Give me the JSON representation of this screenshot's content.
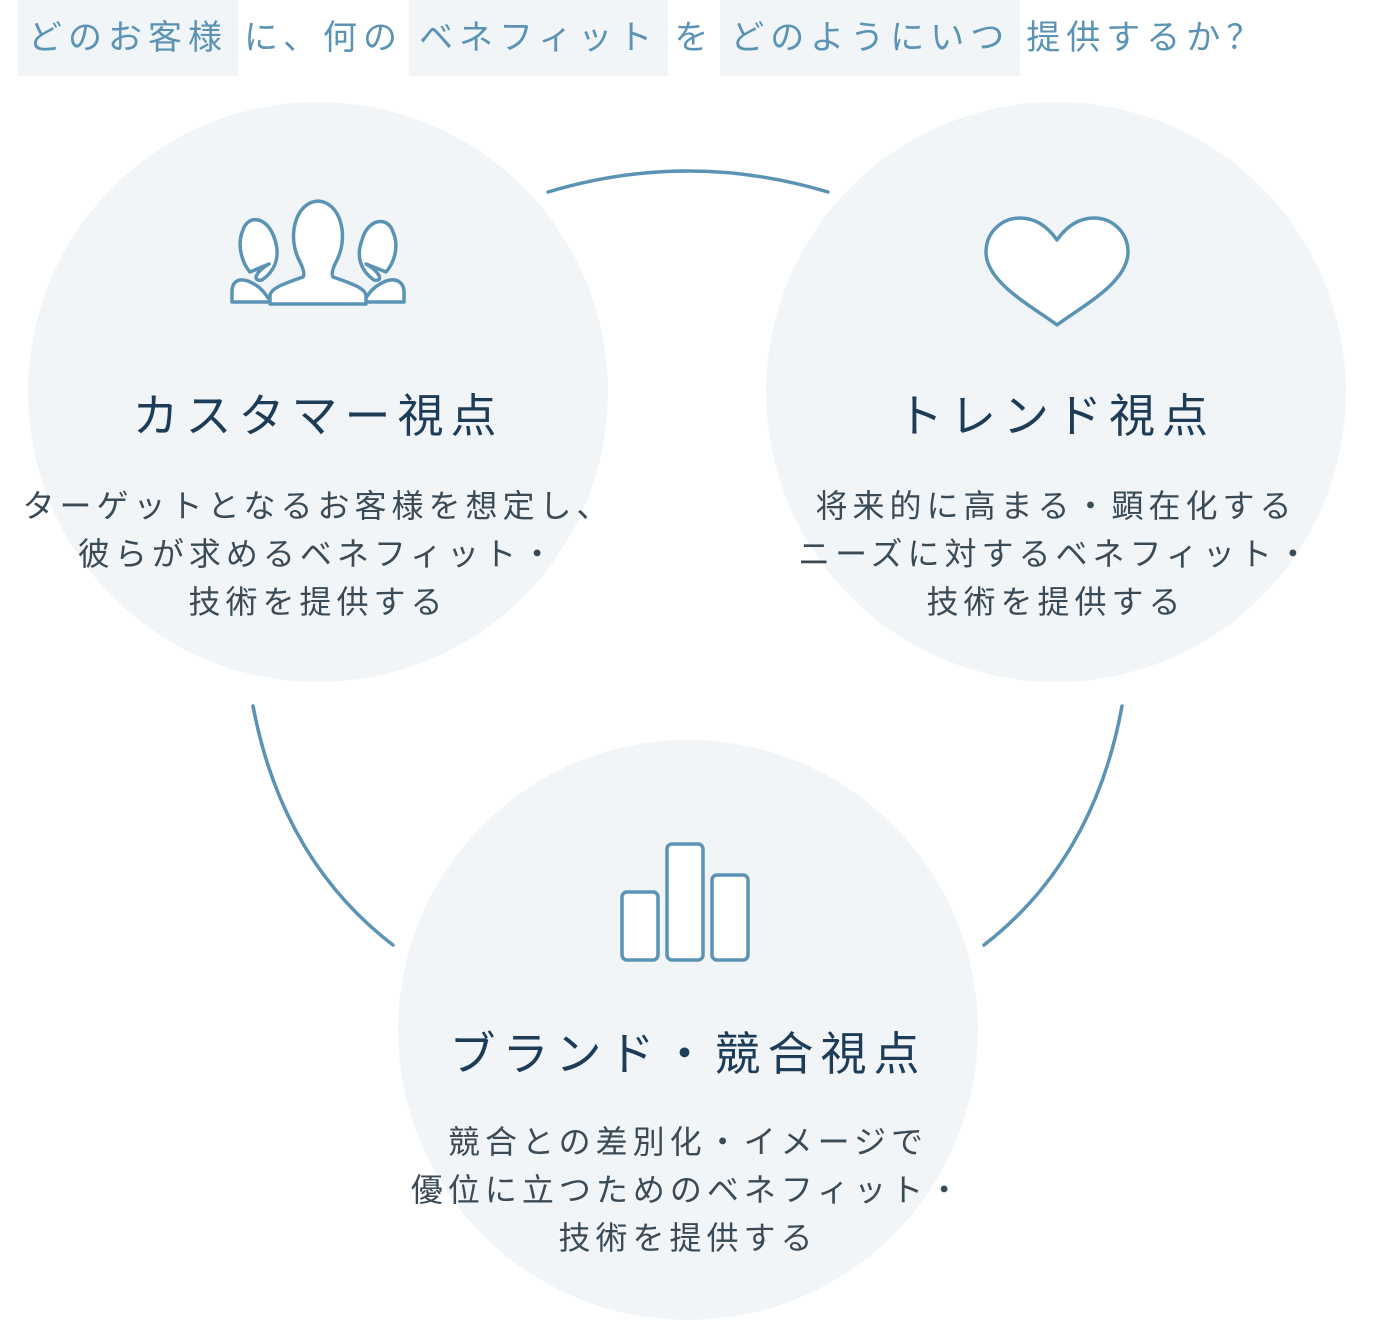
{
  "headline": {
    "who": "どのお客様",
    "connector1": "に、何の",
    "what": "ベネフィット",
    "connector2": "を",
    "how": "どのようにいつ",
    "connector3": "提供するか？"
  },
  "colors": {
    "accent": "#5b93b5",
    "circle_fill": "#f2f5f7",
    "title_text": "#1c3c58",
    "body_text": "#3a4b57"
  },
  "perspectives": [
    {
      "icon": "people-icon",
      "title": "カスタマー視点",
      "lines": [
        "ターゲットとなるお客様を想定し、",
        "彼らが求めるベネフィット・",
        "技術を提供する"
      ]
    },
    {
      "icon": "heart-icon",
      "title": "トレンド視点",
      "lines": [
        "将来的に高まる・顕在化する",
        "ニーズに対するベネフィット・",
        "技術を提供する"
      ]
    },
    {
      "icon": "bar-chart-icon",
      "title": "ブランド・競合視点",
      "lines": [
        "競合との差別化・イメージで",
        "優位に立つためのベネフィット・",
        "技術を提供する"
      ]
    }
  ]
}
